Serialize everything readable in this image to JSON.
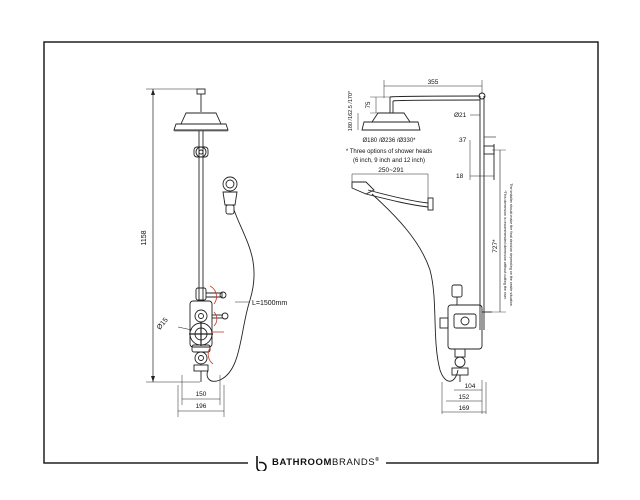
{
  "front_view": {
    "height_label": "1158",
    "hose_label": "L=1500mm",
    "diameter_label": "Ø15",
    "width_inner_label": "150",
    "width_outer_label": "196"
  },
  "side_view": {
    "arm_length_label": "355",
    "drop_label": "75",
    "head_sizes_label": "180 /162.5 /170*",
    "pipe_diameter_label": "Ø21",
    "wall_offset_upper_label": "37",
    "wall_offset_lower_label": "18",
    "head_diameters_label": "Ø180 /Ø236 /Ø330*",
    "note_line1": "* Three options of shower heads",
    "note_line2": "(6 inch, 9 inch and 12 inch)",
    "handset_reach_label": "250~291",
    "riser_height_label": "727*",
    "riser_note_line1": "*This dimension is recommended dimension without cutting the riser.",
    "riser_note_line2": "The installer should make the final decision depending on the onsite situation.",
    "depth_104_label": "104",
    "depth_152_label": "152",
    "depth_169_label": "169"
  },
  "footer": {
    "brand_bold": "BATHROOM",
    "brand_light": "BRANDS",
    "trademark": "®"
  }
}
